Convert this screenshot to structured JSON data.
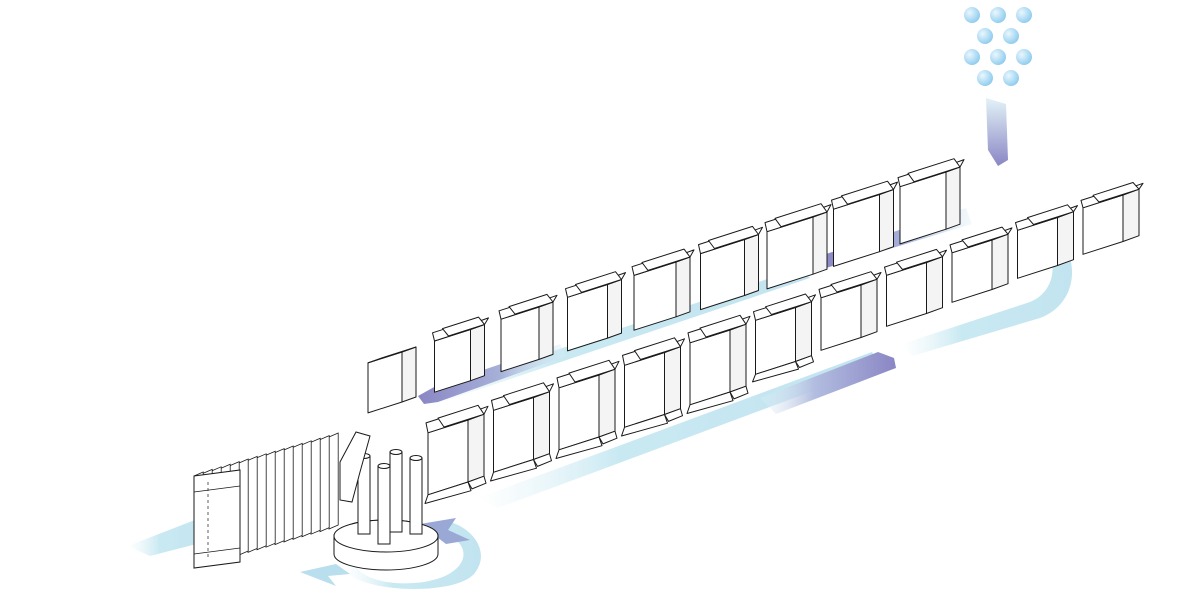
{
  "diagram": {
    "type": "packaging-line-illustration",
    "colors": {
      "background": "#ffffff",
      "line": "#1a1a1a",
      "box_front": "#ffffff",
      "box_side": "#f4f4f4",
      "conveyor_light": "#c9e9f2",
      "conveyor_dark": "#8a86c4",
      "bead_light": "#dff3fb",
      "bead_dark": "#8dcbee"
    },
    "stages": [
      {
        "name": "flat-blank-magazine",
        "count": 16
      },
      {
        "name": "rotary-carton-erector",
        "count": 1
      },
      {
        "name": "carton-forming-row",
        "count": 9
      },
      {
        "name": "carton-filling-row",
        "count": 11
      },
      {
        "name": "product-feed",
        "count": 10
      }
    ],
    "flow_icons": [
      "flow-arrow",
      "flow-arrow",
      "flow-arrow",
      "flow-arrow",
      "flow-arrow",
      "flow-arrow",
      "flow-arrow"
    ]
  }
}
